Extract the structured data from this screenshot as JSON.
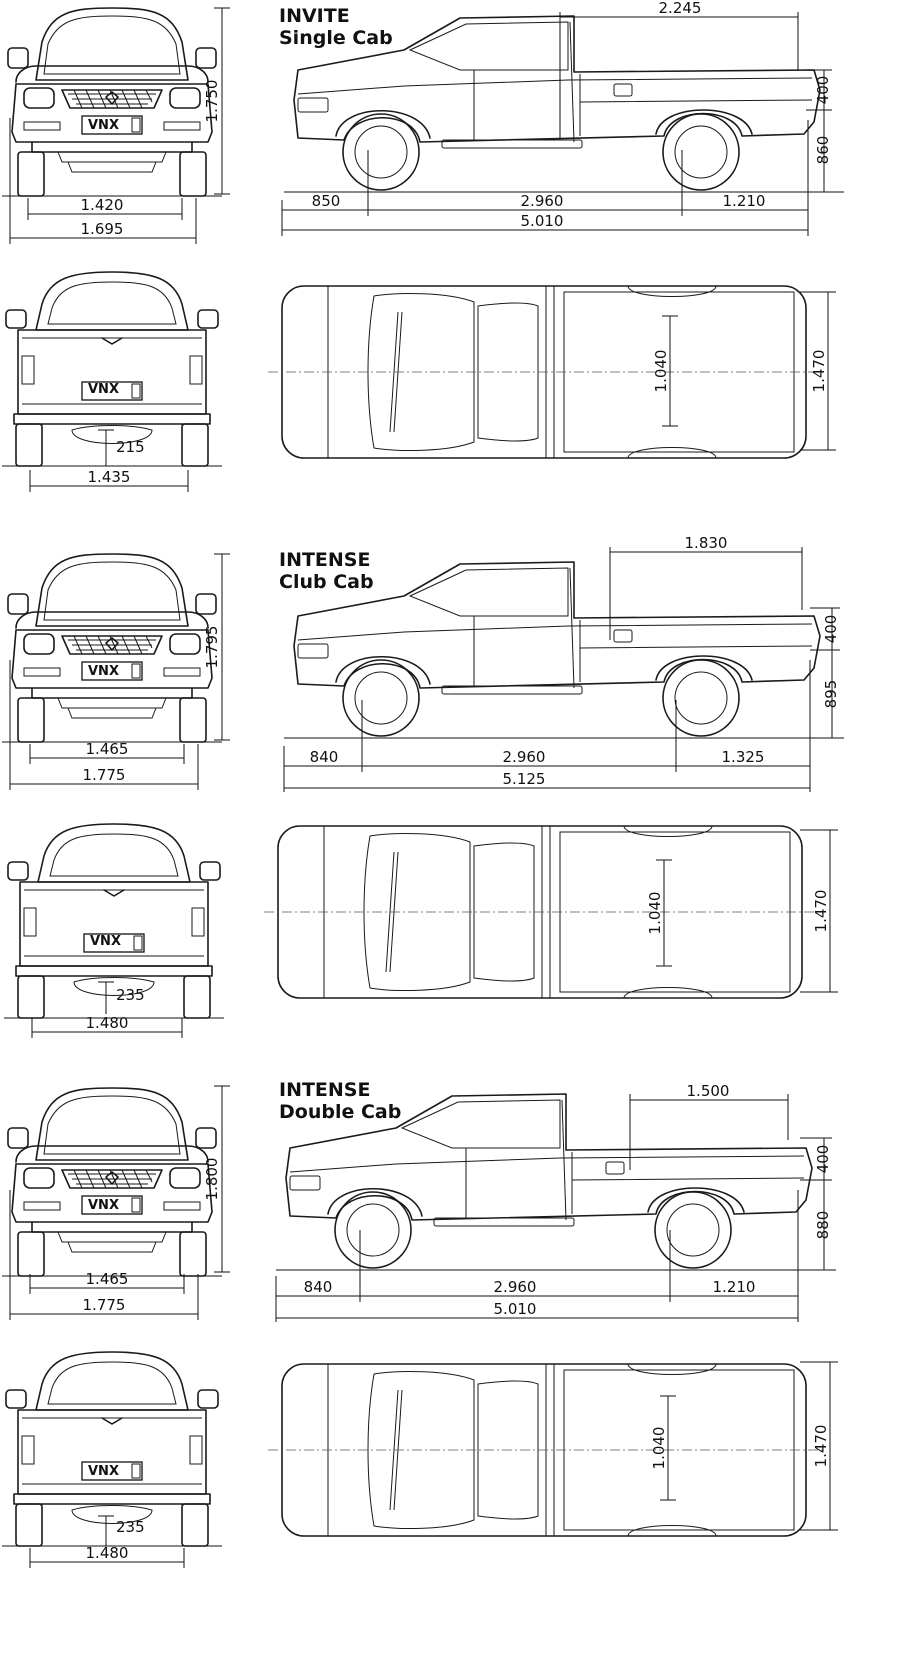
{
  "sections": [
    {
      "title_line1": "INVITE",
      "title_line2": "Single Cab",
      "front": {
        "height": "1.750",
        "track": "1.420",
        "width": "1.695",
        "plate": "VNX"
      },
      "rear": {
        "clearance": "215",
        "track": "1.435",
        "plate": "VNX"
      },
      "side": {
        "bed_length": "2.245",
        "bed_height": "400",
        "floor_height": "860",
        "front_overhang": "850",
        "wheelbase": "2.960",
        "rear_overhang": "1.210",
        "length": "5.010"
      },
      "top": {
        "inner_width": "1.040",
        "outer_width": "1.470"
      }
    },
    {
      "title_line1": "INTENSE",
      "title_line2": "Club Cab",
      "front": {
        "height": "1.795",
        "track": "1.465",
        "width": "1.775",
        "plate": "VNX"
      },
      "rear": {
        "clearance": "235",
        "track": "1.480",
        "plate": "VNX"
      },
      "side": {
        "bed_length": "1.830",
        "bed_height": "400",
        "floor_height": "895",
        "front_overhang": "840",
        "wheelbase": "2.960",
        "rear_overhang": "1.325",
        "length": "5.125"
      },
      "top": {
        "inner_width": "1.040",
        "outer_width": "1.470"
      }
    },
    {
      "title_line1": "INTENSE",
      "title_line2": "Double Cab",
      "front": {
        "height": "1.800",
        "track": "1.465",
        "width": "1.775",
        "plate": "VNX"
      },
      "rear": {
        "clearance": "235",
        "track": "1.480",
        "plate": "VNX"
      },
      "side": {
        "bed_length": "1.500",
        "bed_height": "400",
        "floor_height": "880",
        "front_overhang": "840",
        "wheelbase": "2.960",
        "rear_overhang": "1.210",
        "length": "5.010"
      },
      "top": {
        "inner_width": "1.040",
        "outer_width": "1.470"
      }
    }
  ]
}
